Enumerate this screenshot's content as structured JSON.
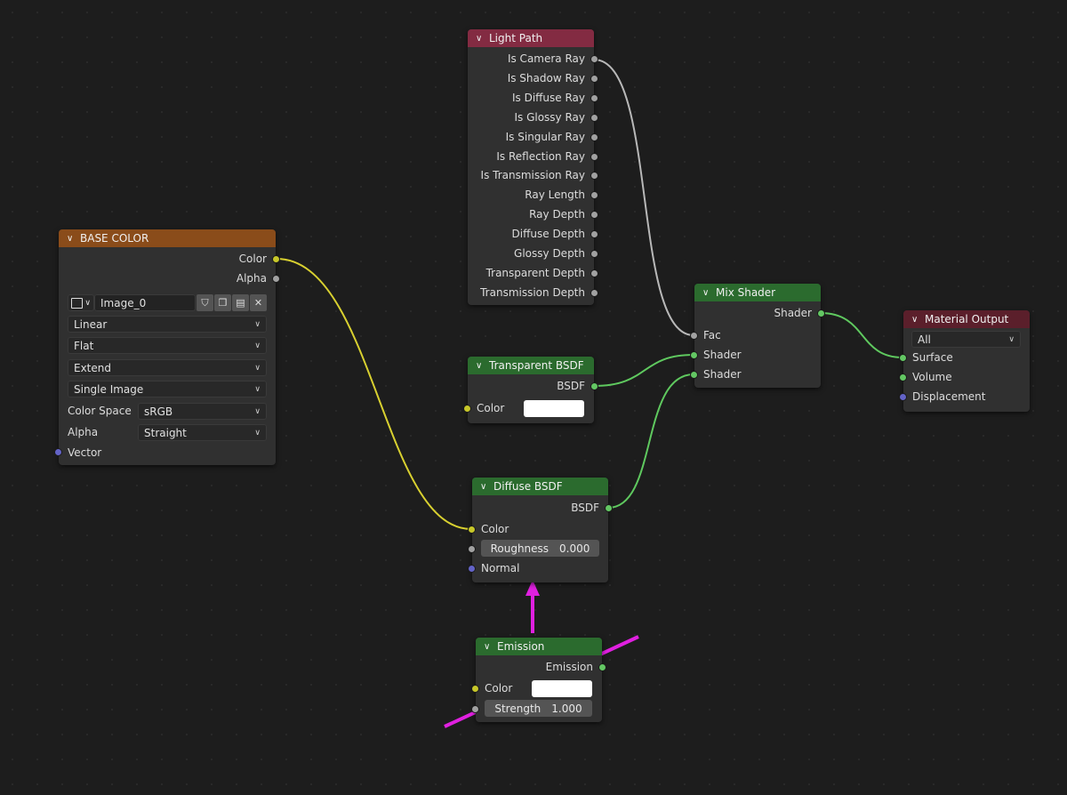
{
  "colors": {
    "background": "#1d1d1d",
    "node_body": "#303030",
    "header_texture": "#8a4c1a",
    "header_input": "#832b42",
    "header_shader": "#2b6b2e",
    "header_output": "#5b1f2b",
    "link_color": "#d8d030",
    "link_float": "#b8b8b8",
    "link_shader": "#5fc95f",
    "annotation": "#e020e0"
  },
  "nodes": {
    "light_path": {
      "title": "Light Path",
      "outputs": [
        "Is Camera Ray",
        "Is Shadow Ray",
        "Is Diffuse Ray",
        "Is Glossy Ray",
        "Is Singular Ray",
        "Is Reflection Ray",
        "Is Transmission Ray",
        "Ray Length",
        "Ray Depth",
        "Diffuse Depth",
        "Glossy Depth",
        "Transparent Depth",
        "Transmission Depth"
      ]
    },
    "base_color": {
      "title": "BASE COLOR",
      "out_color": "Color",
      "out_alpha": "Alpha",
      "image_name": "Image_0",
      "interpolation": "Linear",
      "projection": "Flat",
      "extension": "Extend",
      "source": "Single Image",
      "color_space_label": "Color Space",
      "color_space": "sRGB",
      "alpha_label": "Alpha",
      "alpha_mode": "Straight",
      "in_vector": "Vector"
    },
    "transparent_bsdf": {
      "title": "Transparent BSDF",
      "out_bsdf": "BSDF",
      "in_color": "Color"
    },
    "mix_shader": {
      "title": "Mix Shader",
      "out_shader": "Shader",
      "in_fac": "Fac",
      "in_shader1": "Shader",
      "in_shader2": "Shader"
    },
    "material_output": {
      "title": "Material Output",
      "target": "All",
      "in_surface": "Surface",
      "in_volume": "Volume",
      "in_displacement": "Displacement"
    },
    "diffuse_bsdf": {
      "title": "Diffuse BSDF",
      "out_bsdf": "BSDF",
      "in_color": "Color",
      "roughness_label": "Roughness",
      "roughness_value": "0.000",
      "in_normal": "Normal"
    },
    "emission": {
      "title": "Emission",
      "out_emission": "Emission",
      "in_color": "Color",
      "strength_label": "Strength",
      "strength_value": "1.000"
    }
  }
}
